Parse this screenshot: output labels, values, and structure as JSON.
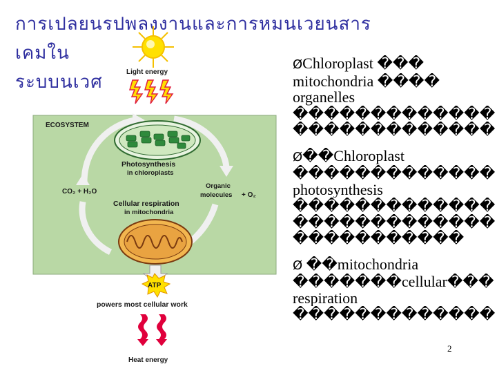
{
  "title": {
    "line1": "การเปลยนรปพลงงานและการหมนเวยนสารเคมใน",
    "line2": "ระบบนเวศ"
  },
  "diagram": {
    "light_energy": "Light energy",
    "ecosystem": "ECOSYSTEM",
    "photosynthesis": "Photosynthesis",
    "in_chloroplasts": "in chloroplasts",
    "co2_h2o": "CO₂ + H₂O",
    "organic": "Organic",
    "molecules": "molecules",
    "plus_o2": "+ O₂",
    "cell_resp": "Cellular respiration",
    "in_mito": "in mitochondria",
    "atp": "ATP",
    "powers": "powers most cellular work",
    "heat": "Heat energy",
    "colors": {
      "eco_bg": "#b9d8a5",
      "sun": "#ffe000",
      "arrow": "#e9e9e9",
      "heat": "#e0003c",
      "mito": "#e9a341",
      "chloro": "#2f8a3c"
    }
  },
  "bullets": {
    "b1_l1": "Chloroplast ���",
    "b1_l2": "mitochondria ����",
    "b1_l3": "organelles",
    "b1_l4": "�������������",
    "b1_l5": "�������������",
    "b2_l1": "��Chloroplast",
    "b2_l2": "�������������",
    "b2_l3": "photosynthesis",
    "b2_l4": "�������������",
    "b2_l5": "�������������",
    "b2_l6": "�����������",
    "b3_l1": " ��mitochondria",
    "b3_l2": "�������cellular���",
    "b3_l3": "respiration",
    "b3_l4": "�������������",
    "arrow_glyph": "Ø"
  },
  "page_number": "2"
}
